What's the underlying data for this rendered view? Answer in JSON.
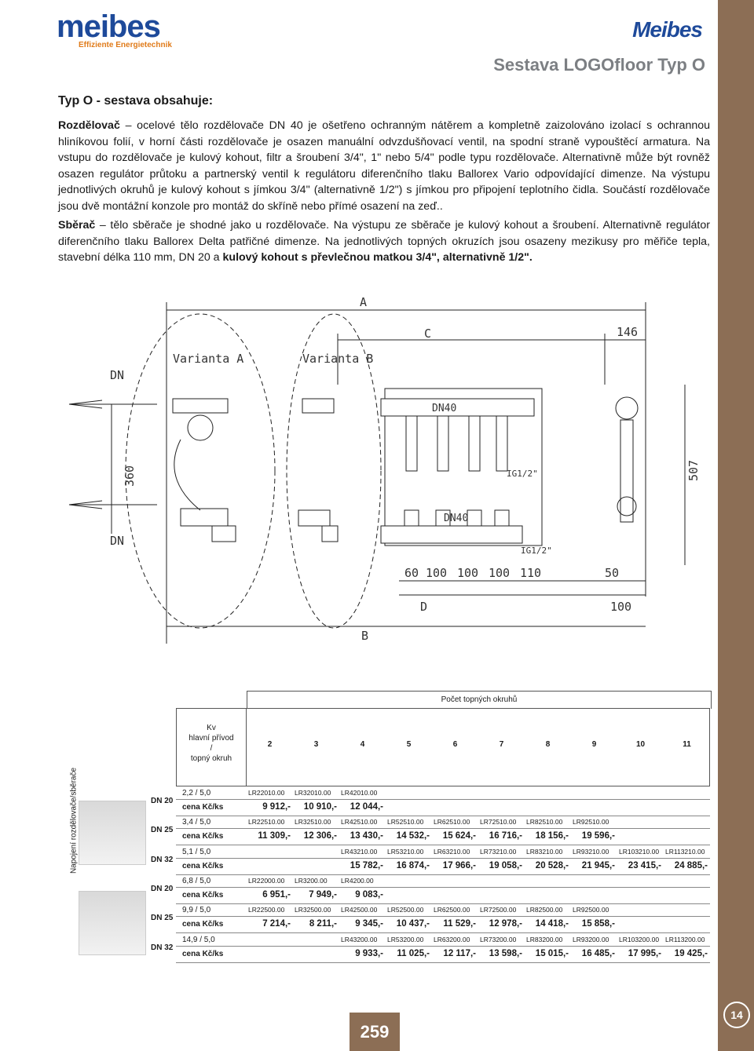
{
  "brand": {
    "logo_text": "meibes",
    "logo_tagline": "Effiziente Energietechnik",
    "logo_right": "Meibes"
  },
  "header": {
    "title": "Sestava LOGOfloor Typ O"
  },
  "section_title": "Typ O - sestava obsahuje:",
  "body": {
    "p1_bold": "Rozdělovač",
    "p1": " – ocelové tělo rozdělovače DN 40 je ošetřeno ochranným nátěrem a kompletně zaizolováno izolací s ochrannou hliníkovou folií, v horní části rozdělovače je osazen manuální odvzdušňovací ventil, na spodní straně vypouštěcí armatura. Na vstupu do rozdělovače je kulový kohout, filtr a šroubení 3/4\", 1\" nebo 5/4\" podle typu rozdělovače. Alternativně může být rovněž osazen regulátor průtoku a partnerský ventil k regulátoru diferenčního tlaku Ballorex Vario odpovídající dimenze. Na výstupu jednotlivých okruhů je kulový kohout s jímkou 3/4\" (alternativně 1/2\") s jímkou pro připojení teplotního čidla. Součástí rozdělovače jsou dvě montážní konzole pro montáž do skříně nebo přímé osazení na zeď..",
    "p2_bold": "Sběrač",
    "p2": " – tělo sběrače je shodné jako u rozdělovače. Na výstupu ze sběrače je kulový kohout a šroubení. Alternativně regulátor diferenčního tlaku Ballorex Delta patřičné dimenze. Na jednotlivých topných okruzích jsou osazeny mezikusy pro měřiče tepla, stavební délka 110 mm, DN 20 a ",
    "p2_tail_bold": "kulový kohout s převlečnou matkou 3/4\", alternativně 1/2\"."
  },
  "drawing": {
    "dim_a": "A",
    "dim_b": "B",
    "dim_c": "C",
    "dim_d": "D",
    "dim_146": "146",
    "dim_360": "360",
    "dim_507": "507",
    "dim_100": "100",
    "dim_50": "50",
    "spacing": [
      "60",
      "100",
      "100",
      "100",
      "110"
    ],
    "variant_a": "Varianta A",
    "variant_b": "Varianta B",
    "dn_top": "DN",
    "dn_bottom": "DN",
    "dn40_top": "DN40",
    "dn40_bottom": "DN40",
    "ig_top": "IG1/2\"",
    "ig_bottom": "IG1/2\""
  },
  "table": {
    "group_header": "Počet topných okruhů",
    "kv_header": "Kv\nhlavní přívod\n/\ntopný okruh",
    "columns": [
      "2",
      "3",
      "4",
      "5",
      "6",
      "7",
      "8",
      "9",
      "10",
      "11"
    ],
    "side_label": "Napojení rozdělovače/sběrače",
    "price_label": "cena Kč/ks",
    "rows": [
      {
        "dn": "DN 20",
        "kv": "2,2 / 5,0",
        "codes": [
          "LR22010.00",
          "LR32010.00",
          "LR42010.00",
          "",
          "",
          "",
          "",
          "",
          "",
          ""
        ],
        "prices": [
          "9 912,-",
          "10 910,-",
          "12 044,-",
          "",
          "",
          "",
          "",
          "",
          "",
          ""
        ]
      },
      {
        "dn": "DN 25",
        "kv": "3,4 / 5,0",
        "codes": [
          "LR22510.00",
          "LR32510.00",
          "LR42510.00",
          "LR52510.00",
          "LR62510.00",
          "LR72510.00",
          "LR82510.00",
          "LR92510.00",
          "",
          ""
        ],
        "prices": [
          "11 309,-",
          "12 306,-",
          "13 430,-",
          "14 532,-",
          "15 624,-",
          "16 716,-",
          "18 156,-",
          "19 596,-",
          "",
          ""
        ]
      },
      {
        "dn": "DN 32",
        "kv": "5,1 / 5,0",
        "codes": [
          "",
          "",
          "LR43210.00",
          "LR53210.00",
          "LR63210.00",
          "LR73210.00",
          "LR83210.00",
          "LR93210.00",
          "LR103210.00",
          "LR113210.00"
        ],
        "prices": [
          "",
          "",
          "15 782,-",
          "16 874,-",
          "17 966,-",
          "19 058,-",
          "20 528,-",
          "21 945,-",
          "23 415,-",
          "24 885,-"
        ]
      },
      {
        "dn": "DN 20",
        "kv": "6,8 / 5,0",
        "codes": [
          "LR22000.00",
          "LR3200.00",
          "LR4200.00",
          "",
          "",
          "",
          "",
          "",
          "",
          ""
        ],
        "prices": [
          "6 951,-",
          "7 949,-",
          "9 083,-",
          "",
          "",
          "",
          "",
          "",
          "",
          ""
        ]
      },
      {
        "dn": "DN 25",
        "kv": "9,9 / 5,0",
        "codes": [
          "LR22500.00",
          "LR32500.00",
          "LR42500.00",
          "LR52500.00",
          "LR62500.00",
          "LR72500.00",
          "LR82500.00",
          "LR92500.00",
          "",
          ""
        ],
        "prices": [
          "7 214,-",
          "8 211,-",
          "9 345,-",
          "10 437,-",
          "11 529,-",
          "12 978,-",
          "14 418,-",
          "15 858,-",
          "",
          ""
        ]
      },
      {
        "dn": "DN 32",
        "kv": "14,9 / 5,0",
        "codes": [
          "",
          "",
          "LR43200.00",
          "LR53200.00",
          "LR63200.00",
          "LR73200.00",
          "LR83200.00",
          "LR93200.00",
          "LR103200.00",
          "LR113200.00"
        ],
        "prices": [
          "",
          "",
          "9 933,-",
          "11 025,-",
          "12 117,-",
          "13 598,-",
          "15 015,-",
          "16 485,-",
          "17 995,-",
          "19 425,-"
        ]
      }
    ]
  },
  "footer": {
    "page_number": "259",
    "chapter_number": "14"
  }
}
